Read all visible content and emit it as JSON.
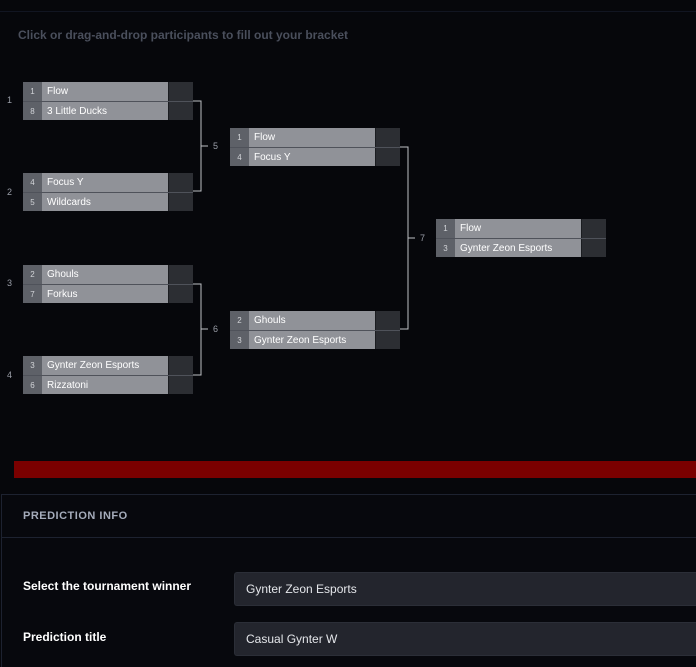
{
  "instruction": "Click or drag-and-drop participants to fill out your bracket",
  "bracket": {
    "match_numbers": [
      "1",
      "2",
      "3",
      "4",
      "5",
      "6",
      "7"
    ],
    "round1": [
      {
        "slots": [
          {
            "seed": "1",
            "name": "Flow"
          },
          {
            "seed": "8",
            "name": "3 Little Ducks"
          }
        ]
      },
      {
        "slots": [
          {
            "seed": "4",
            "name": "Focus Y"
          },
          {
            "seed": "5",
            "name": "Wildcards"
          }
        ]
      },
      {
        "slots": [
          {
            "seed": "2",
            "name": "Ghouls"
          },
          {
            "seed": "7",
            "name": "Forkus"
          }
        ]
      },
      {
        "slots": [
          {
            "seed": "3",
            "name": "Gynter Zeon Esports"
          },
          {
            "seed": "6",
            "name": "Rizzatoni"
          }
        ]
      }
    ],
    "round2": [
      {
        "slots": [
          {
            "seed": "1",
            "name": "Flow"
          },
          {
            "seed": "4",
            "name": "Focus Y"
          }
        ]
      },
      {
        "slots": [
          {
            "seed": "2",
            "name": "Ghouls"
          },
          {
            "seed": "3",
            "name": "Gynter Zeon Esports"
          }
        ]
      }
    ],
    "final": [
      {
        "slots": [
          {
            "seed": "1",
            "name": "Flow"
          },
          {
            "seed": "3",
            "name": "Gynter Zeon Esports"
          }
        ]
      }
    ]
  },
  "colors": {
    "error_bar": "#7a0000",
    "slot_name_bg": "#909298",
    "slot_seed_bg": "#5e6168"
  },
  "prediction": {
    "title": "PREDICTION INFO",
    "winner_label": "Select the tournament winner",
    "winner_value": "Gynter Zeon Esports",
    "title_label": "Prediction title",
    "title_value": "Casual Gynter W"
  }
}
